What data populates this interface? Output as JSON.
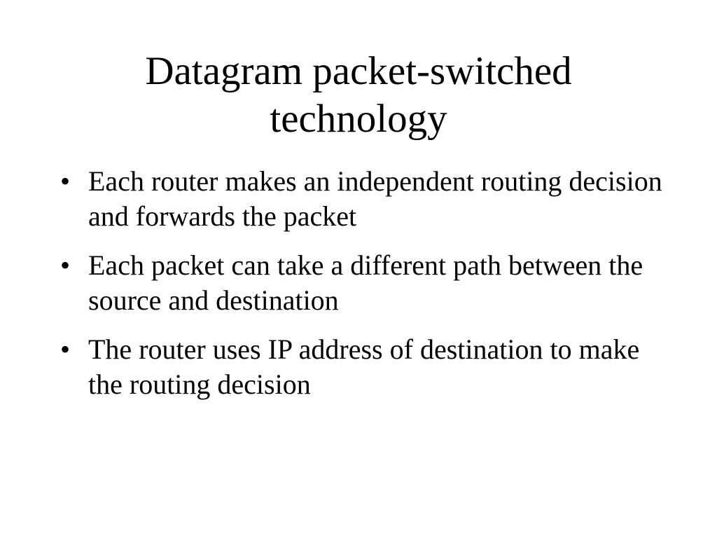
{
  "slide": {
    "title": "Datagram packet-switched technology",
    "bullet_marker": "•",
    "bullets": [
      {
        "text": "Each router makes an independent routing decision and forwards the packet"
      },
      {
        "text": "Each packet can take a different path between the source and destination"
      },
      {
        "text": "The router uses IP address of destination to make the routing decision"
      }
    ]
  }
}
